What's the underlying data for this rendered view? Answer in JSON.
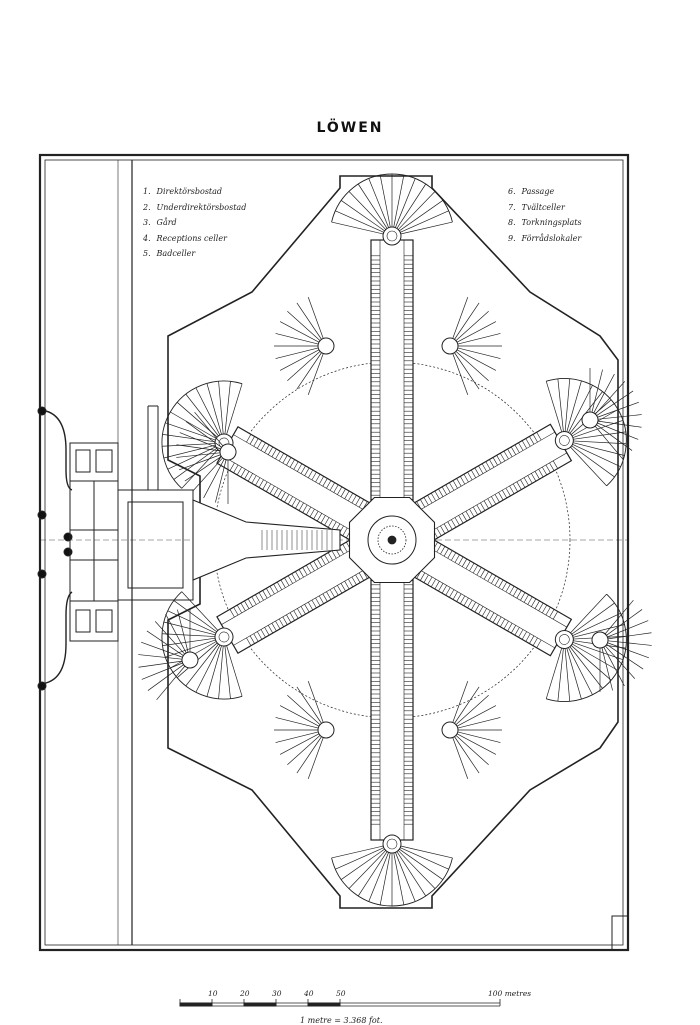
{
  "title": "LÖWEN",
  "legend": {
    "left": [
      {
        "num": "1.",
        "label": "Direktörsbostad"
      },
      {
        "num": "2.",
        "label": "Underdirektörsbostad"
      },
      {
        "num": "3.",
        "label": "Gård"
      },
      {
        "num": "4.",
        "label": "Receptions celler"
      },
      {
        "num": "5.",
        "label": "Badceller"
      }
    ],
    "right": [
      {
        "num": "6.",
        "label": "Passage"
      },
      {
        "num": "7.",
        "label": "Tvältceller"
      },
      {
        "num": "8.",
        "label": "Torkningsplats"
      },
      {
        "num": "9.",
        "label": "Förrådslokaler"
      }
    ]
  },
  "scale": {
    "ticks": [
      "10",
      "20",
      "30",
      "40",
      "50",
      "100 metres"
    ],
    "equivalence": "1 metre = 3.368 fot."
  }
}
